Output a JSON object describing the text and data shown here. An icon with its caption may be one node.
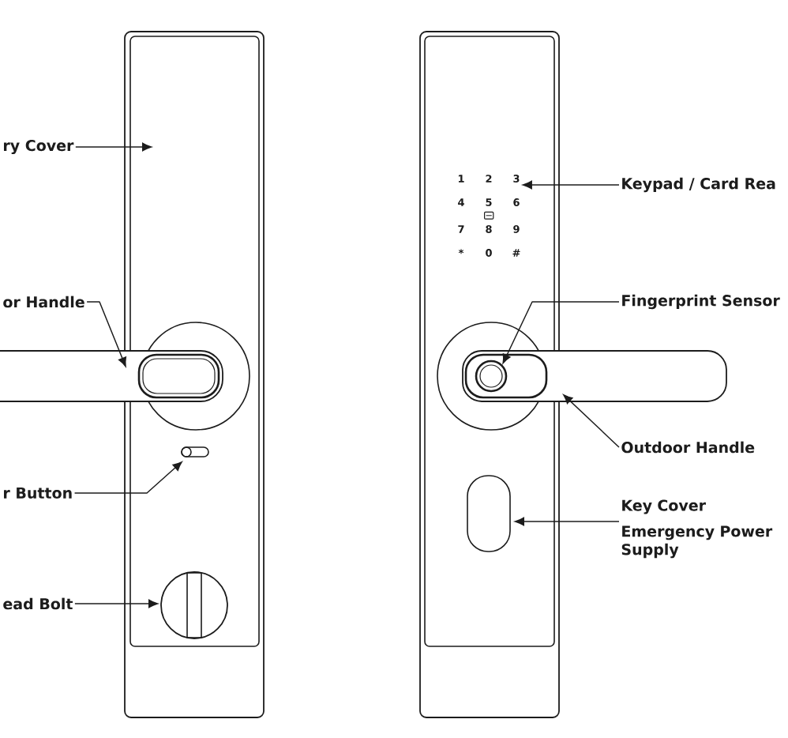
{
  "diagram": {
    "nodes": [
      {
        "text": [
          "ry Cover"
        ]
      },
      {
        "text": [
          "or Handle"
        ]
      },
      {
        "text": [
          "r Button"
        ]
      },
      {
        "text": [
          "ead Bolt"
        ]
      },
      {
        "text": [
          "3"
        ]
      },
      {
        "text": [
          "Keypad / Card Rea"
        ]
      },
      {
        "text": [
          "Fingerprint Sensor"
        ]
      },
      {
        "text": [
          "Outdoor Handle"
        ]
      },
      {
        "text": [
          "Key Cover",
          "Emergency Power Supply"
        ]
      }
    ],
    "edges": [
      {
        "from": 0,
        "to": null,
        "arrow": "to"
      },
      {
        "from": 1,
        "to": null,
        "arrow": "to"
      },
      {
        "from": 2,
        "to": null,
        "arrow": "to"
      },
      {
        "from": 3,
        "to": null,
        "arrow": "to"
      },
      {
        "from": 5,
        "to": 4,
        "arrow": "to"
      },
      {
        "from": 6,
        "to": null,
        "arrow": "to"
      },
      {
        "from": 7,
        "to": null,
        "arrow": "to"
      },
      {
        "from": 8,
        "to": null,
        "arrow": "to"
      }
    ],
    "labels": [
      "1",
      "2",
      "4",
      "5",
      "6",
      "7",
      "8",
      "9",
      "*",
      "0",
      "#"
    ]
  }
}
